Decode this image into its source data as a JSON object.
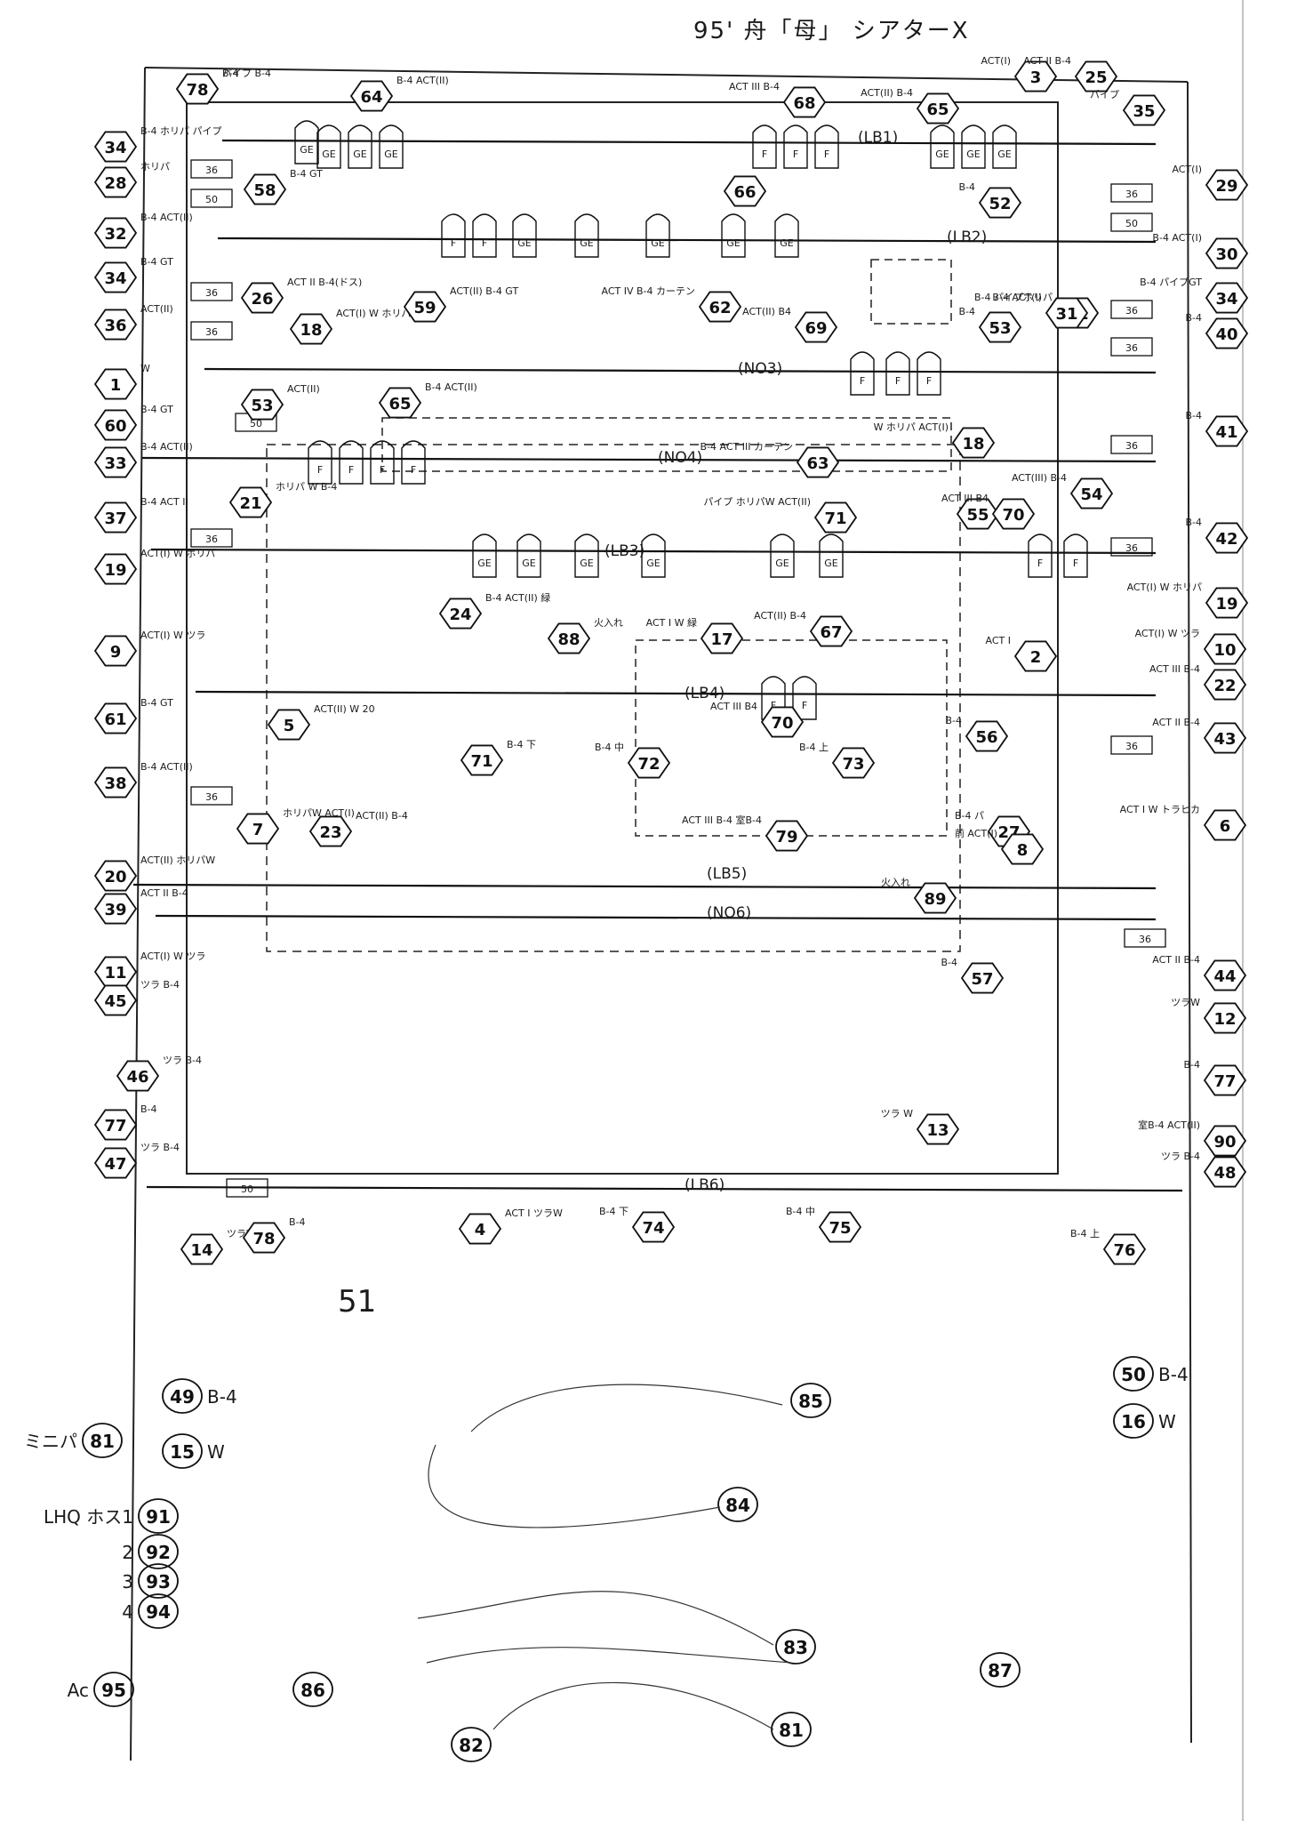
{
  "title": "95' 舟「母」 シアターX",
  "battens": [
    {
      "id": "lb1",
      "label": "(LB1)"
    },
    {
      "id": "lb2",
      "label": "(LB2)"
    },
    {
      "id": "no3",
      "label": "(NO3)"
    },
    {
      "id": "no4",
      "label": "(NO4)"
    },
    {
      "id": "lb3",
      "label": "(LB3)"
    },
    {
      "id": "lb4",
      "label": "(LB4)"
    },
    {
      "id": "lb5",
      "label": "(LB5)"
    },
    {
      "id": "no6",
      "label": "(NO6)"
    },
    {
      "id": "lb6",
      "label": "(LB6)"
    }
  ],
  "fixture_codes": [
    "GE",
    "F",
    "GT",
    "36",
    "50"
  ],
  "hex_tags": [
    {
      "n": "35",
      "note": "パイプ B-4"
    },
    {
      "n": "64",
      "note": "B-4 ACT(II)"
    },
    {
      "n": "68",
      "note": "ACT III B-4"
    },
    {
      "n": "65",
      "note": "ACT(II) B-4"
    },
    {
      "n": "3",
      "note": "ACT(I)"
    },
    {
      "n": "25",
      "note": "ACT II B-4"
    },
    {
      "n": "35",
      "note": "パイプ"
    },
    {
      "n": "34",
      "note": "B-4 ホリパ パイプ"
    },
    {
      "n": "28",
      "note": "ホリパ"
    },
    {
      "n": "32",
      "note": "B-4 ACT(II)"
    },
    {
      "n": "34",
      "note": "B-4 GT"
    },
    {
      "n": "36",
      "note": "ACT(II)"
    },
    {
      "n": "58",
      "note": "B-4 GT"
    },
    {
      "n": "66",
      "note": ""
    },
    {
      "n": "52",
      "note": "B-4"
    },
    {
      "n": "31",
      "note": "B-4 パイプホリパ"
    },
    {
      "n": "29",
      "note": "ACT(I)"
    },
    {
      "n": "30",
      "note": "B-4 ACT(I)"
    },
    {
      "n": "34",
      "note": "B-4 パイプGT"
    },
    {
      "n": "40",
      "note": "B-4"
    },
    {
      "n": "26",
      "note": "ACT II B-4(ドス)"
    },
    {
      "n": "18",
      "note": "ACT(I) W ホリパ"
    },
    {
      "n": "59",
      "note": "ACT(II) B-4 GT"
    },
    {
      "n": "62",
      "note": "ACT IV B-4 カーテン"
    },
    {
      "n": "69",
      "note": "ACT(II) B4"
    },
    {
      "n": "53",
      "note": "B-4"
    },
    {
      "n": "31",
      "note": "B-4 ACT(I)"
    },
    {
      "n": "1",
      "note": "W"
    },
    {
      "n": "60",
      "note": "B-4 GT"
    },
    {
      "n": "33",
      "note": "B-4 ACT(II)"
    },
    {
      "n": "53",
      "note": "ACT(II)"
    },
    {
      "n": "65",
      "note": "B-4 ACT(II)"
    },
    {
      "n": "18",
      "note": "W ホリパ ACT(I)"
    },
    {
      "n": "41",
      "note": "B-4"
    },
    {
      "n": "63",
      "note": "B-4 ACT III カーテン"
    },
    {
      "n": "54",
      "note": "ACT(III) B-4"
    },
    {
      "n": "37",
      "note": "B-4 ACT II"
    },
    {
      "n": "21",
      "note": "ホリパ W B-4"
    },
    {
      "n": "71",
      "note": "パイプ ホリパW ACT(II)"
    },
    {
      "n": "55",
      "note": ""
    },
    {
      "n": "70",
      "note": "ACT III B4"
    },
    {
      "n": "42",
      "note": "B-4"
    },
    {
      "n": "19",
      "note": "ACT(I) W ホリパ"
    },
    {
      "n": "19",
      "note": "ACT(I) W ホリパ"
    },
    {
      "n": "24",
      "note": "B-4 ACT(II) 緑"
    },
    {
      "n": "88",
      "note": "火入れ"
    },
    {
      "n": "17",
      "note": "ACT I W 緑"
    },
    {
      "n": "67",
      "note": "ACT(II) B-4"
    },
    {
      "n": "9",
      "note": "ACT(I) W ツラ"
    },
    {
      "n": "61",
      "note": "B-4 GT"
    },
    {
      "n": "5",
      "note": "ACT(II) W 20"
    },
    {
      "n": "71",
      "note": "B-4 下"
    },
    {
      "n": "72",
      "note": "B-4 中"
    },
    {
      "n": "70",
      "note": "ACT III B4"
    },
    {
      "n": "73",
      "note": "B-4 上"
    },
    {
      "n": "2",
      "note": "ACT I"
    },
    {
      "n": "56",
      "note": "B-4"
    },
    {
      "n": "10",
      "note": "ACT(I) W ツラ"
    },
    {
      "n": "22",
      "note": "ACT III B-4"
    },
    {
      "n": "43",
      "note": "ACT II B-4"
    },
    {
      "n": "38",
      "note": "B-4 ACT(II)"
    },
    {
      "n": "7",
      "note": "ホリパW ACT(I)"
    },
    {
      "n": "23",
      "note": "ACT(II) B-4"
    },
    {
      "n": "79",
      "note": "ACT III B-4 室B-4"
    },
    {
      "n": "27",
      "note": "B-4 パ"
    },
    {
      "n": "8",
      "note": "前 ACT(I)"
    },
    {
      "n": "6",
      "note": "ACT I W トラヒカ"
    },
    {
      "n": "20",
      "note": "ACT(II) ホリパW"
    },
    {
      "n": "89",
      "note": "火入れ"
    },
    {
      "n": "39",
      "note": "ACT II B-4"
    },
    {
      "n": "11",
      "note": "ACT(I) W ツラ"
    },
    {
      "n": "45",
      "note": "ツラ B-4"
    },
    {
      "n": "57",
      "note": "B-4"
    },
    {
      "n": "44",
      "note": "ACT II B-4"
    },
    {
      "n": "12",
      "note": "ツラW"
    },
    {
      "n": "46",
      "note": "ツラ B-4"
    },
    {
      "n": "77",
      "note": "B-4"
    },
    {
      "n": "77",
      "note": "B-4"
    },
    {
      "n": "47",
      "note": "ツラ B-4"
    },
    {
      "n": "13",
      "note": "ツラ W"
    },
    {
      "n": "90",
      "note": "室B-4 ACT(II)"
    },
    {
      "n": "48",
      "note": "ツラ B-4"
    },
    {
      "n": "14",
      "note": "ツラW"
    },
    {
      "n": "78",
      "note": "B-4"
    },
    {
      "n": "4",
      "note": "ACT I ツラW"
    },
    {
      "n": "74",
      "note": "B-4 下"
    },
    {
      "n": "75",
      "note": "B-4 中"
    },
    {
      "n": "76",
      "note": "B-4 上"
    },
    {
      "n": "78",
      "note": "B-4"
    }
  ],
  "below_stage": {
    "stray_number": "51",
    "items": [
      {
        "n": "49",
        "note": "B-4"
      },
      {
        "n": "15",
        "note": "W"
      },
      {
        "n": "81",
        "note": "ミニパ"
      },
      {
        "n": "85",
        "note": ""
      },
      {
        "n": "50",
        "note": "B-4"
      },
      {
        "n": "16",
        "note": "W"
      },
      {
        "n": "91",
        "note": "LHQ ホス1"
      },
      {
        "n": "92",
        "note": "2"
      },
      {
        "n": "93",
        "note": "3"
      },
      {
        "n": "94",
        "note": "4"
      },
      {
        "n": "84",
        "note": ""
      },
      {
        "n": "83",
        "note": ""
      },
      {
        "n": "87",
        "note": ""
      },
      {
        "n": "95",
        "note": "Ac"
      },
      {
        "n": "86",
        "note": ""
      },
      {
        "n": "82",
        "note": ""
      },
      {
        "n": "81",
        "note": ""
      }
    ]
  }
}
